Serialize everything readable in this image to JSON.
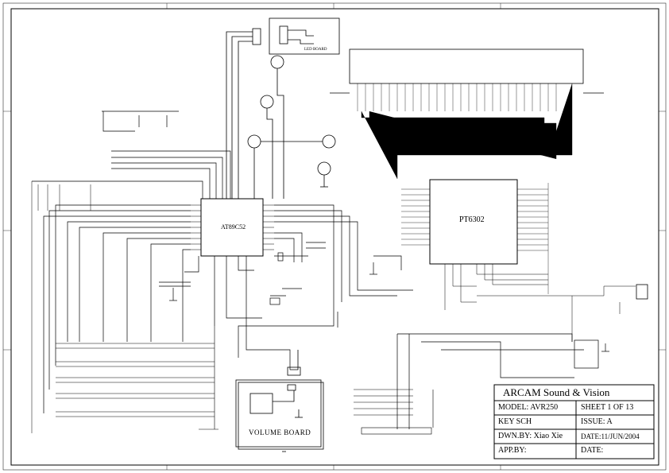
{
  "chips": {
    "mcu": "AT89C52",
    "vfd_driver": "PT6302"
  },
  "boards": {
    "led_board": "LED BOARD",
    "volume_board": "VOLUME BOARD"
  },
  "title_block": {
    "company": "ARCAM Sound & Vision",
    "model": "MODEL: AVR250",
    "sheet": "SHEET 1 OF 13",
    "title": "KEY SCH",
    "issue": "ISSUE: A",
    "drawn_by": "DWN.BY: Xiao Xie",
    "date_drawn": "DATE:11/JUN/2004",
    "approved_by": "APP.BY:",
    "date_approved": "DATE:"
  }
}
